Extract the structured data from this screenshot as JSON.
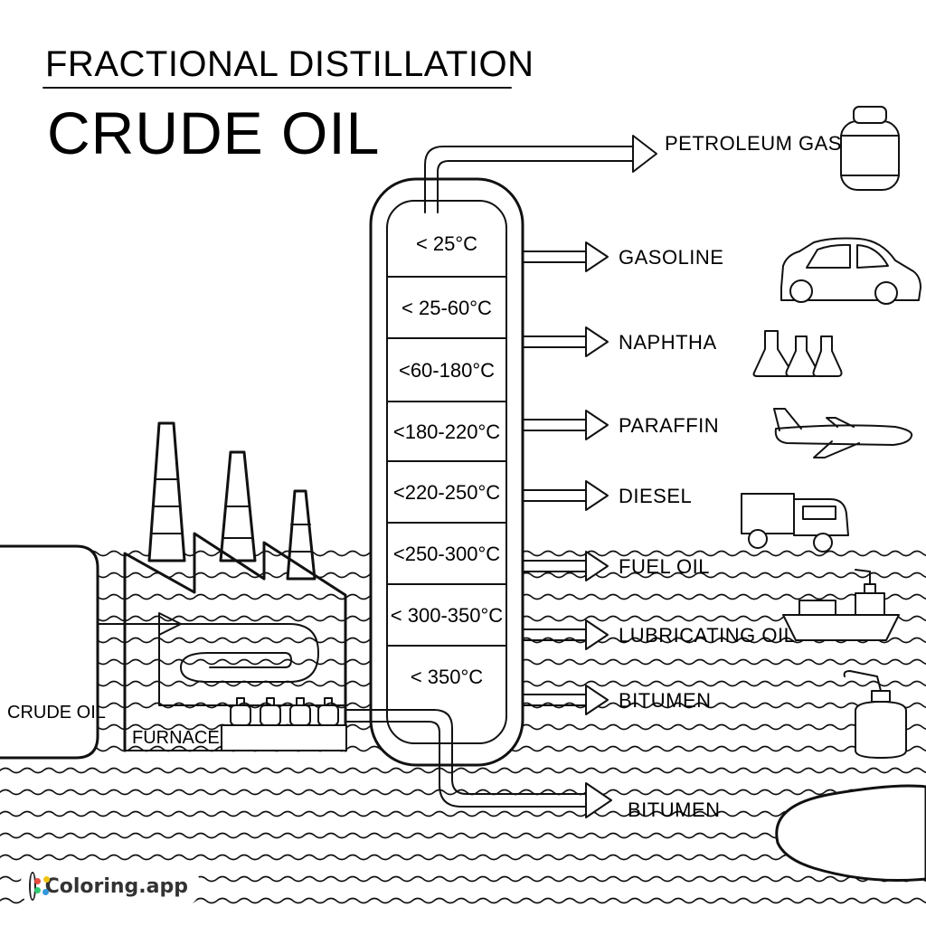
{
  "header": {
    "title": "FRACTIONAL DISTILLATION",
    "subtitle": "CRUDE OIL"
  },
  "column": {
    "top_output": "PETROLEUM GAS",
    "fractions": [
      {
        "temperature": "< 25°C",
        "product": "GASOLINE",
        "icon": "car-icon"
      },
      {
        "temperature": "< 25-60°C",
        "product": "NAPHTHA",
        "icon": "flasks-icon"
      },
      {
        "temperature": "<60-180°C",
        "product": "PARAFFIN",
        "icon": "airplane-icon"
      },
      {
        "temperature": "<180-220°C",
        "product": "DIESEL",
        "icon": "truck-icon"
      },
      {
        "temperature": "<220-250°C",
        "product": "FUEL OIL",
        "icon": "ship-icon"
      },
      {
        "temperature": "<250-300°C",
        "product": "LUBRICATING OIL",
        "icon": "oil-can-icon"
      },
      {
        "temperature": "< 300-350°C",
        "product": "BITUMEN",
        "icon": "none"
      },
      {
        "temperature": "< 350°C",
        "product": "",
        "icon": "none"
      }
    ],
    "bottom_output": "BITUMEN"
  },
  "factory": {
    "input_label": "CRUDE OIL",
    "furnace_label": "FURNACE"
  },
  "icons": {
    "top": "gas-cylinder-icon"
  },
  "brand": {
    "name": "Coloring.app",
    "logo_colors": [
      "#e74c3c",
      "#f1c40f",
      "#2ecc71",
      "#3498db"
    ]
  }
}
